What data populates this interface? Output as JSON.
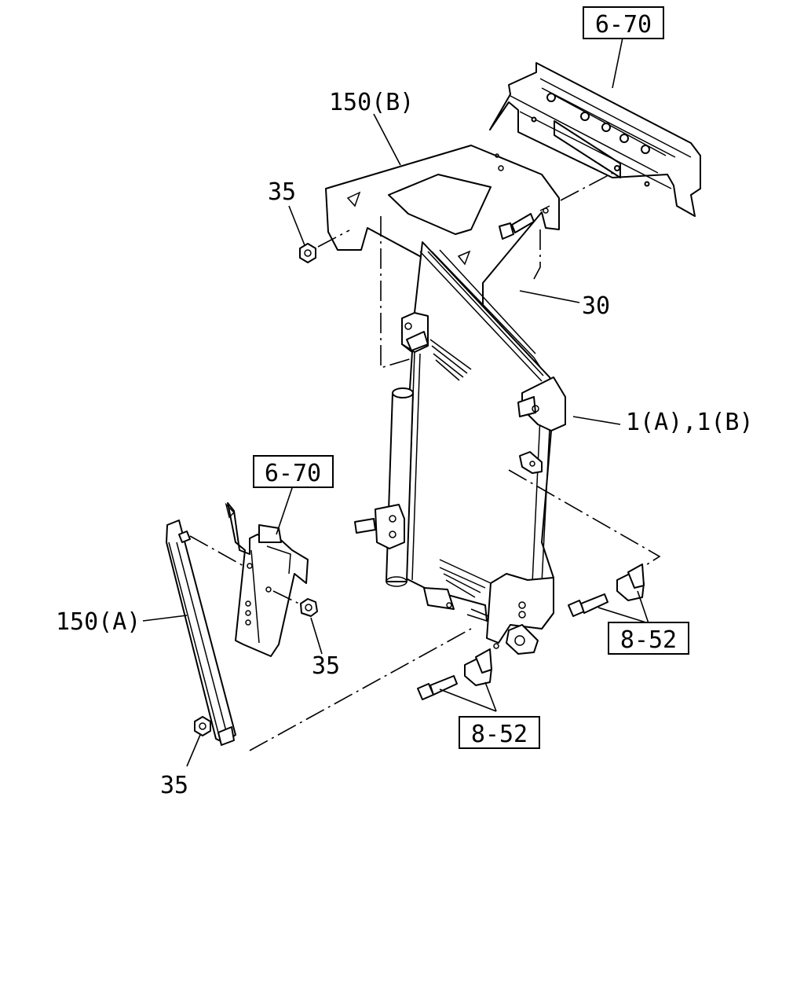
{
  "labels": {
    "ref_6_70_top": "6-70",
    "ref_6_70_left": "6-70",
    "part_150b": "150(B)",
    "part_150a": "150(A)",
    "part_35_top": "35",
    "part_35_mid": "35",
    "part_35_bottom": "35",
    "part_30": "30",
    "part_1ab": "1(A),1(B)",
    "ref_8_52_right": "8-52",
    "ref_8_52_bottom": "8-52"
  }
}
